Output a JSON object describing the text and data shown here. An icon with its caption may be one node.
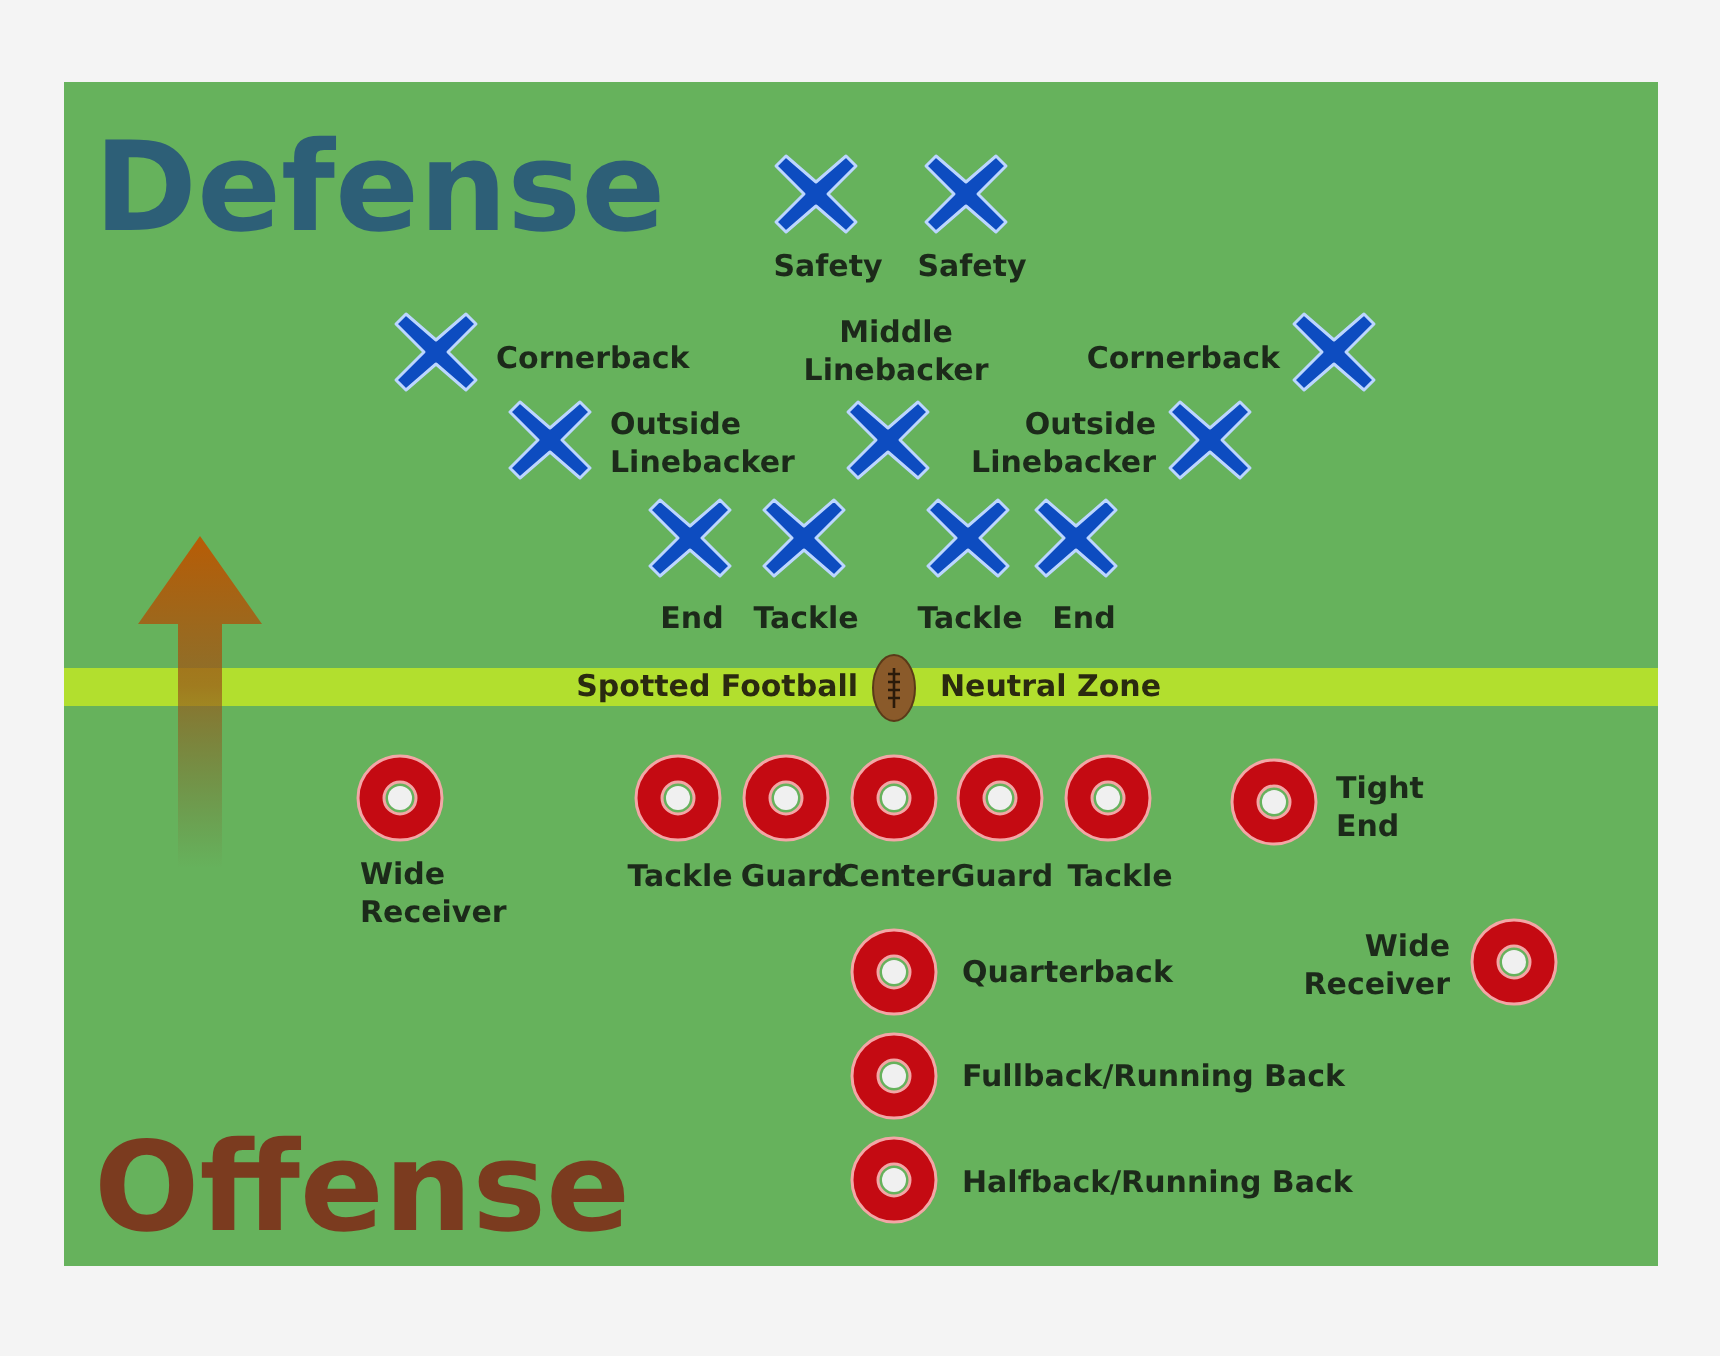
{
  "diagram": {
    "nodes": [
      {
        "text": [],
        "shape": "cross",
        "beside": [
          "Safety"
        ]
      },
      {
        "text": [],
        "shape": "cross",
        "beside": [
          "Safety"
        ]
      },
      {
        "text": [],
        "shape": "cross",
        "beside": [
          "Cornerback"
        ]
      },
      {
        "text": [],
        "shape": "cross",
        "beside": [
          "Middle Linebacker"
        ]
      },
      {
        "text": [],
        "shape": "cross",
        "beside": [
          "Cornerback"
        ]
      },
      {
        "text": [],
        "shape": "cross",
        "beside": [
          "Outside Linebacker"
        ]
      },
      {
        "text": [],
        "shape": "cross",
        "beside": [
          "Outside Linebacker"
        ]
      },
      {
        "text": [],
        "shape": "cross",
        "beside": [
          "End"
        ]
      },
      {
        "text": [],
        "shape": "cross",
        "beside": [
          "Tackle"
        ]
      },
      {
        "text": [],
        "shape": "cross",
        "beside": [
          "Tackle"
        ]
      },
      {
        "text": [],
        "shape": "cross",
        "beside": [
          "End"
        ]
      },
      {
        "text": [
          "Spotted Football",
          "Neutral Zone"
        ]
      },
      {
        "text": [],
        "shape": "circle",
        "beside": [
          "Wide Receiver"
        ]
      },
      {
        "text": [],
        "shape": "circle",
        "beside": [
          "Tackle"
        ]
      },
      {
        "text": [],
        "shape": "circle",
        "beside": [
          "Guard"
        ]
      },
      {
        "text": [],
        "shape": "circle",
        "beside": [
          "Center"
        ]
      },
      {
        "text": [],
        "shape": "circle",
        "beside": [
          "Guard"
        ]
      },
      {
        "text": [],
        "shape": "circle",
        "beside": [
          "Tackle"
        ]
      },
      {
        "text": [],
        "shape": "circle",
        "beside": [
          "Tight End"
        ]
      },
      {
        "text": [],
        "shape": "circle",
        "beside": [
          "Quarterback"
        ]
      },
      {
        "text": [],
        "shape": "circle",
        "beside": [
          "Wide Receiver"
        ]
      },
      {
        "text": [],
        "shape": "circle",
        "beside": [
          "Fullback/Running Back"
        ]
      },
      {
        "text": [],
        "shape": "circle",
        "beside": [
          "Halfback/Running Back"
        ]
      }
    ],
    "labels": [
      "Defense",
      "Offense"
    ]
  }
}
